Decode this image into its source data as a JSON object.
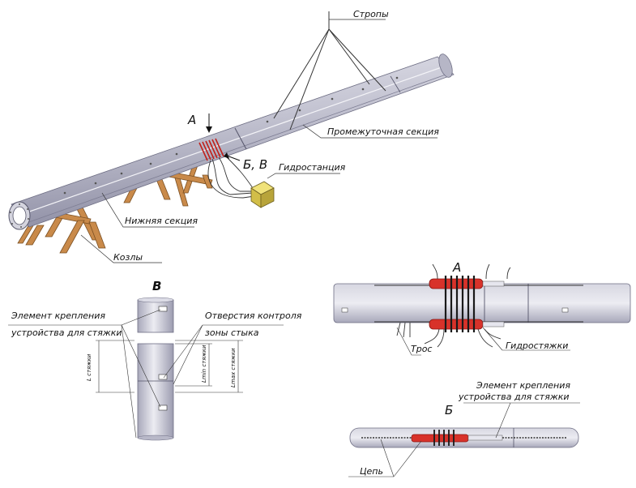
{
  "labels": {
    "slings": "Стропы",
    "intermediate_section": "Промежуточная секция",
    "marker_a": "А",
    "marker_bv": "Б, В",
    "hydro_station": "Гидростанция",
    "lower_section": "Нижняя секция",
    "trestles": "Козлы"
  },
  "detail_v": {
    "title": "В",
    "fastening_line1": "Элемент крепления",
    "fastening_line2": "устройства для стяжки",
    "holes_line1": "Отверстия контроля",
    "holes_line2": "зоны стыка",
    "dim_l": "L стяжки",
    "dim_lmin": "Lmin стяжки",
    "dim_lmax": "Lmax стяжки"
  },
  "detail_a": {
    "title": "А",
    "rope": "Трос",
    "hydro_ties": "Гидростяжки"
  },
  "detail_b": {
    "title": "Б",
    "fastening_line1": "Элемент крепления",
    "fastening_line2": "устройства для стяжки",
    "chain": "Цепь"
  },
  "colors": {
    "pipe": "#c8c8d6",
    "pipe_shade": "#9a9aae",
    "clamp_red": "#d8322a",
    "trestle_wood": "#c98a4a",
    "station_yellow": "#e2cf5a"
  }
}
